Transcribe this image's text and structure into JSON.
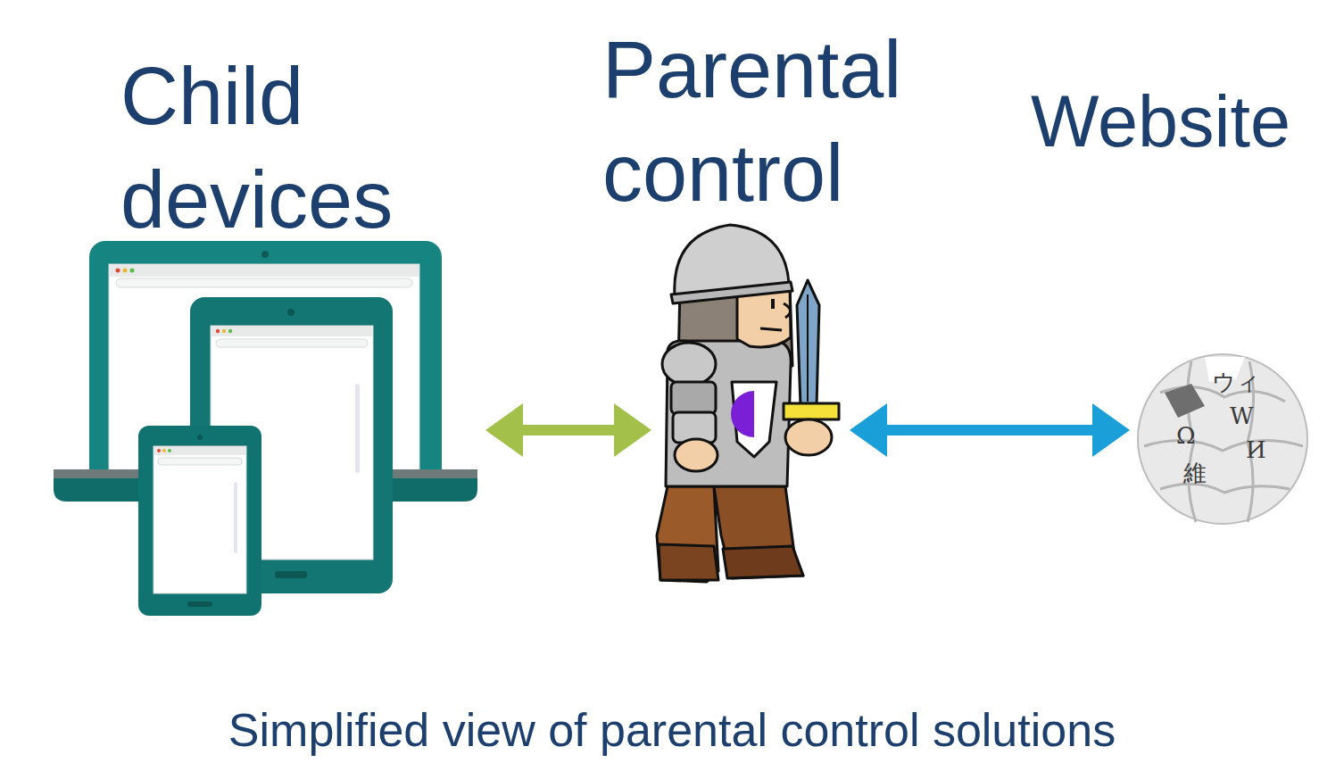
{
  "diagram": {
    "caption": "Simplified view of parental control solutions",
    "nodes": [
      {
        "text": [
          "Child devices"
        ]
      },
      {
        "text": [
          "Parental control"
        ]
      },
      {
        "text": [
          "Website"
        ]
      }
    ],
    "edges": [
      {
        "from": 0,
        "to": 1,
        "arrow": "both"
      },
      {
        "from": 1,
        "to": 2,
        "arrow": "both"
      }
    ],
    "labels": [
      "Ω",
      "W",
      "И",
      "維",
      "ウィ"
    ]
  }
}
